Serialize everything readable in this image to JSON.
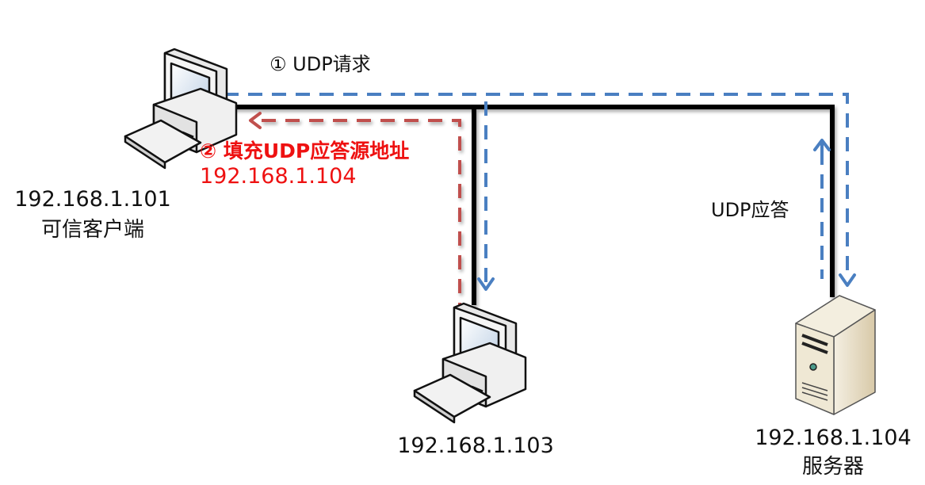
{
  "colors": {
    "wire": "#000000",
    "request_path": "#4a7fc1",
    "spoof_path": "#c0504d",
    "label_text": "#111111",
    "spoof_text": "#ee1111"
  },
  "nodes": {
    "client": {
      "ip": "192.168.1.101",
      "role": "可信客户端",
      "icon": "desktop-computer-icon"
    },
    "attacker": {
      "ip": "192.168.1.103",
      "icon": "desktop-computer-icon"
    },
    "server": {
      "ip": "192.168.1.104",
      "role": "服务器",
      "icon": "server-tower-icon"
    }
  },
  "annotations": {
    "step1": "① UDP请求",
    "step2_title": "② 填充UDP应答源地址",
    "step2_ip": "192.168.1.104",
    "reply": "UDP应答"
  }
}
